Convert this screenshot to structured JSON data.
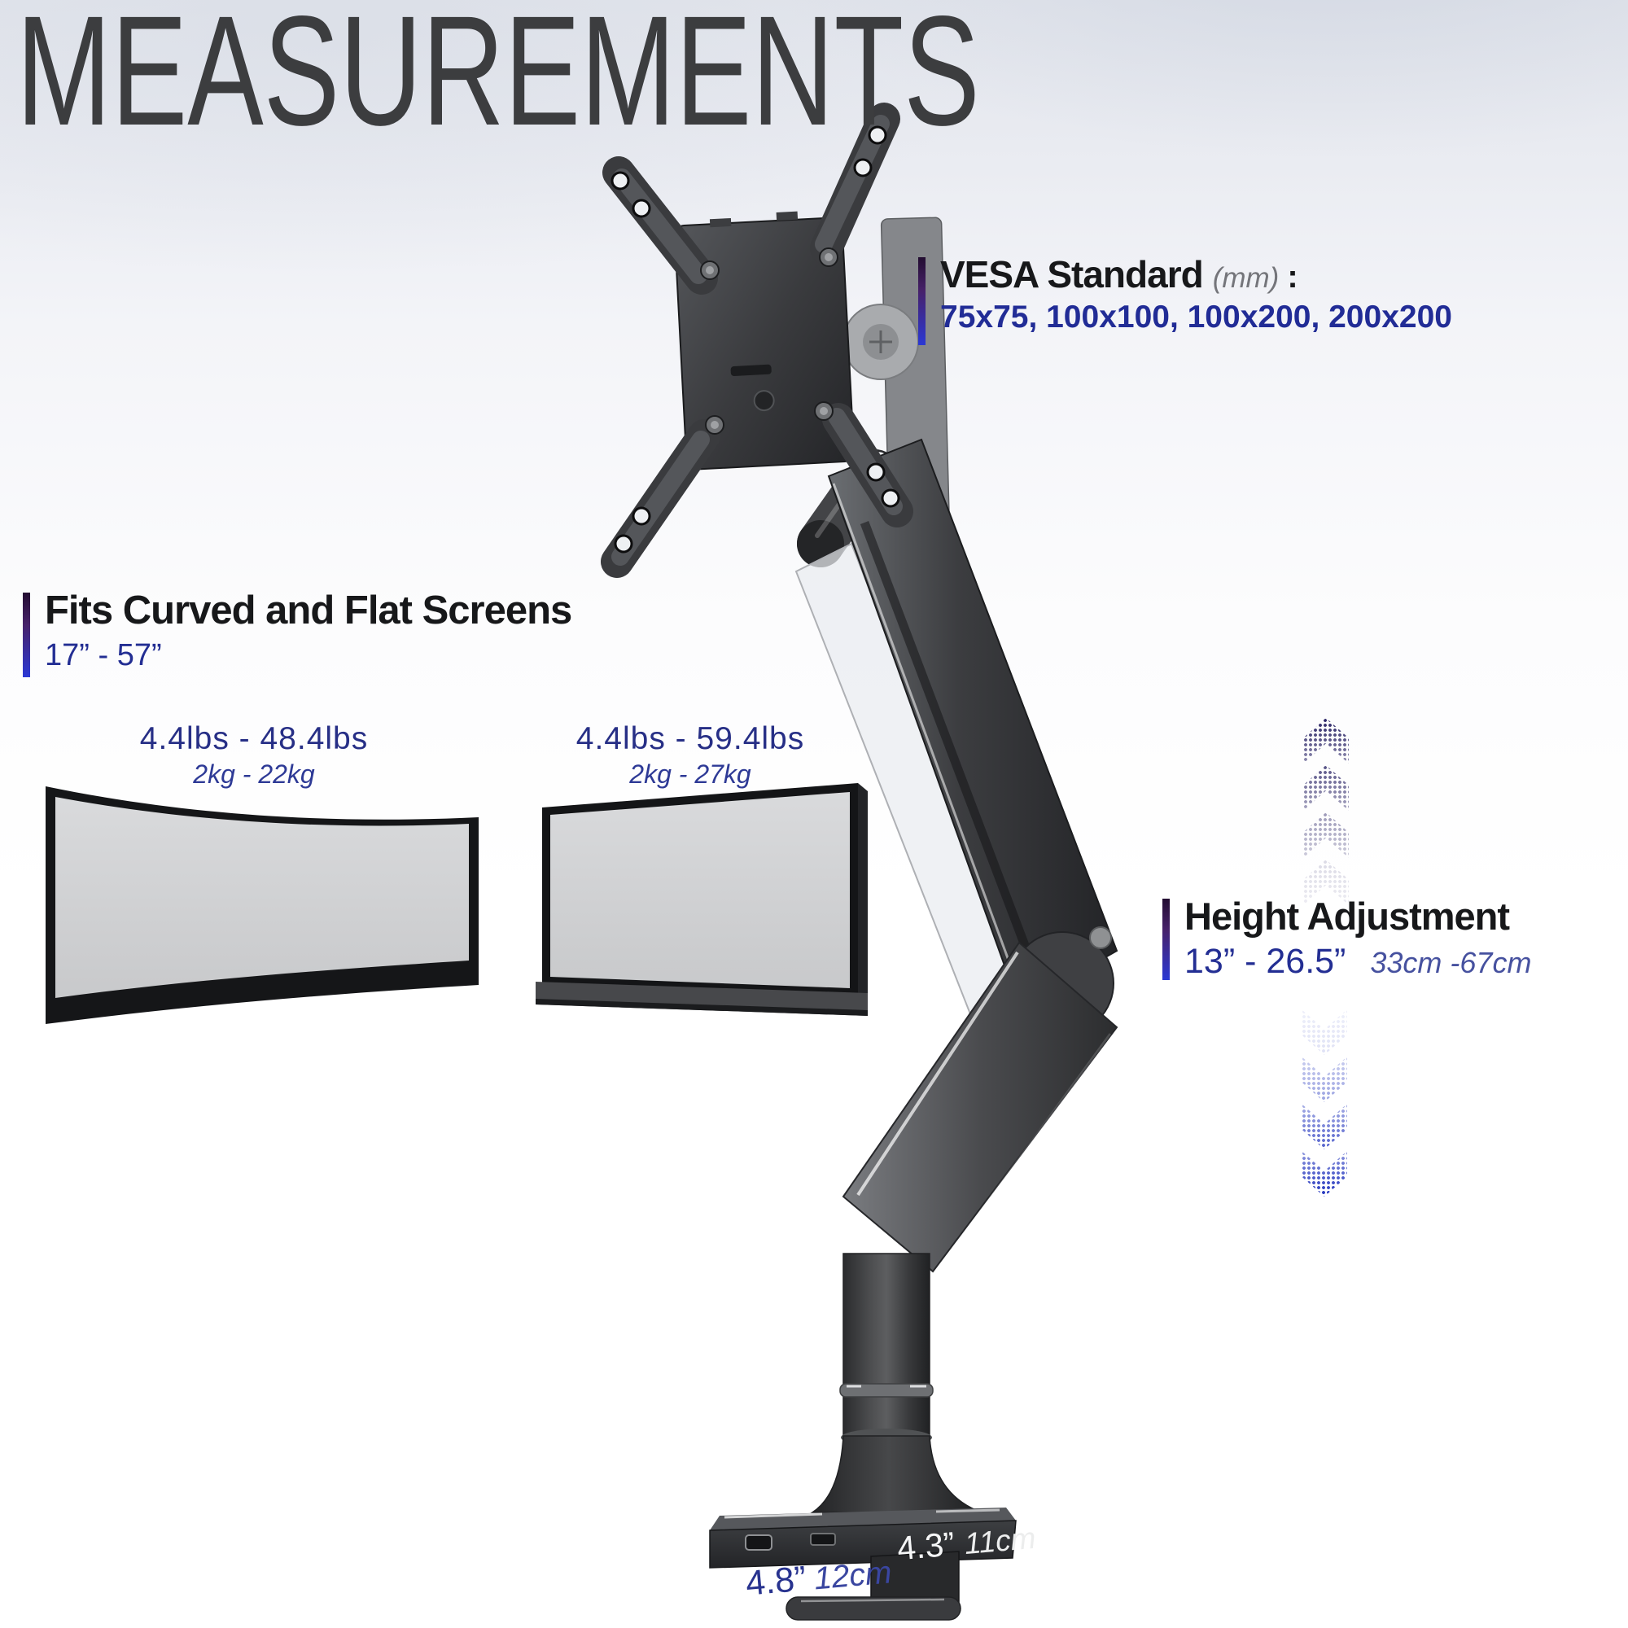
{
  "title": "MEASUREMENTS",
  "sections": {
    "vesa": {
      "heading": "VESA Standard",
      "unit": "(mm)",
      "colon": ":",
      "values": "75x75, 100x100, 100x200, 200x200"
    },
    "fits": {
      "heading": "Fits Curved and Flat Screens",
      "range": "17” - 57”"
    },
    "height": {
      "heading": "Height Adjustment",
      "range_inches": "13” - 26.5”",
      "range_cm": "33cm -67cm"
    }
  },
  "capacity": {
    "curved": {
      "lbs": "4.4lbs - 48.4lbs",
      "kg": "2kg - 22kg"
    },
    "flat": {
      "lbs": "4.4lbs - 59.4lbs",
      "kg": "2kg - 27kg"
    }
  },
  "base": {
    "clamp_depth_in": "4.3”",
    "clamp_depth_cm": "11cm",
    "clamp_width_in": "4.8”",
    "clamp_width_cm": "12cm"
  },
  "colors": {
    "accent_text": "#232e93",
    "accent_italic": "#46519f",
    "bar_gradient_top": "#230d31",
    "bar_gradient_bottom": "#2b38d4",
    "up_arrow": "#272164",
    "down_arrow": "#1f31bd",
    "title": "#3c3d3f",
    "label_on_clamp": "#f5f6f7"
  }
}
